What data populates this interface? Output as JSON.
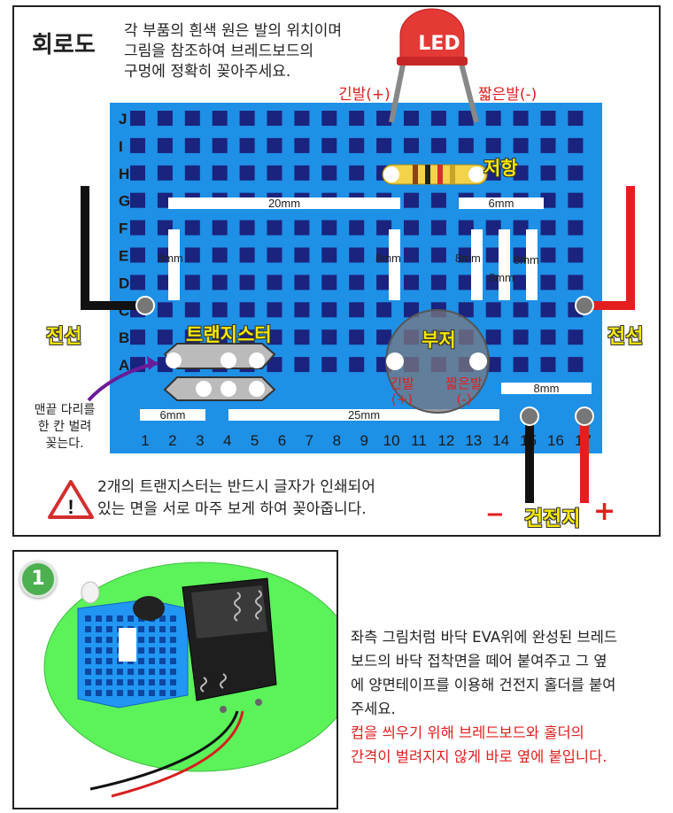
{
  "diagram": {
    "title": "회로도",
    "intro_lines": [
      "각 부품의 흰색 원은 발의 위치이며",
      "그림을 참조하여 브레드보드의",
      "구멍에 정확히 꽂아주세요."
    ],
    "led": {
      "label": "LED",
      "long_leg": "긴발(+)",
      "short_leg": "짧은발(-)"
    },
    "resistor": "저항",
    "transistor": "트랜지스터",
    "buzzer": {
      "label": "부저",
      "long_leg": "긴발",
      "long_sign": "(+)",
      "short_leg": "짧은발",
      "short_sign": "(-)"
    },
    "wire_left": "전선",
    "wire_right": "전선",
    "battery": {
      "minus": "−",
      "label": "건전지",
      "plus": "+"
    },
    "rows": [
      "J",
      "I",
      "H",
      "G",
      "F",
      "E",
      "D",
      "C",
      "B",
      "A"
    ],
    "columns": [
      "1",
      "2",
      "3",
      "4",
      "5",
      "6",
      "7",
      "8",
      "9",
      "10",
      "11",
      "12",
      "13",
      "14",
      "15",
      "16",
      "17"
    ],
    "jumpers": [
      "20mm",
      "6mm",
      "8mm",
      "8mm",
      "8mm",
      "8mm",
      "8mm",
      "8mm",
      "6mm",
      "25mm"
    ],
    "side_note": [
      "맨끝 다리를",
      "한 칸 벌려",
      "꽂는다."
    ],
    "warning_icon": "warning-triangle-icon",
    "warning_lines": [
      "2개의 트랜지스터는 반드시 글자가 인쇄되어",
      "있는 면을 서로 마주 보게 하여 꽂아줍니다."
    ],
    "colors": {
      "breadboard": "#1e90e6",
      "hole": "#1a237e",
      "wire_red": "#e41e1e",
      "wire_black": "#111111",
      "led": "#e53935",
      "label_yellow": "#f5e800"
    }
  },
  "step": {
    "number": "1",
    "text_lines": [
      "좌측 그림처럼 바닥 EVA위에 완성된 브레드",
      "보드의 바닥 접착면을 떼어 붙여주고 그 옆",
      "에 양면테이프를 이용해 건전지 홀더를 붙여",
      "주세요."
    ],
    "warning_lines": [
      "컵을 씌우기 위해 브레드보드와 홀더의",
      "간격이 벌려지지 않게 바로 옆에 붙입니다."
    ]
  }
}
